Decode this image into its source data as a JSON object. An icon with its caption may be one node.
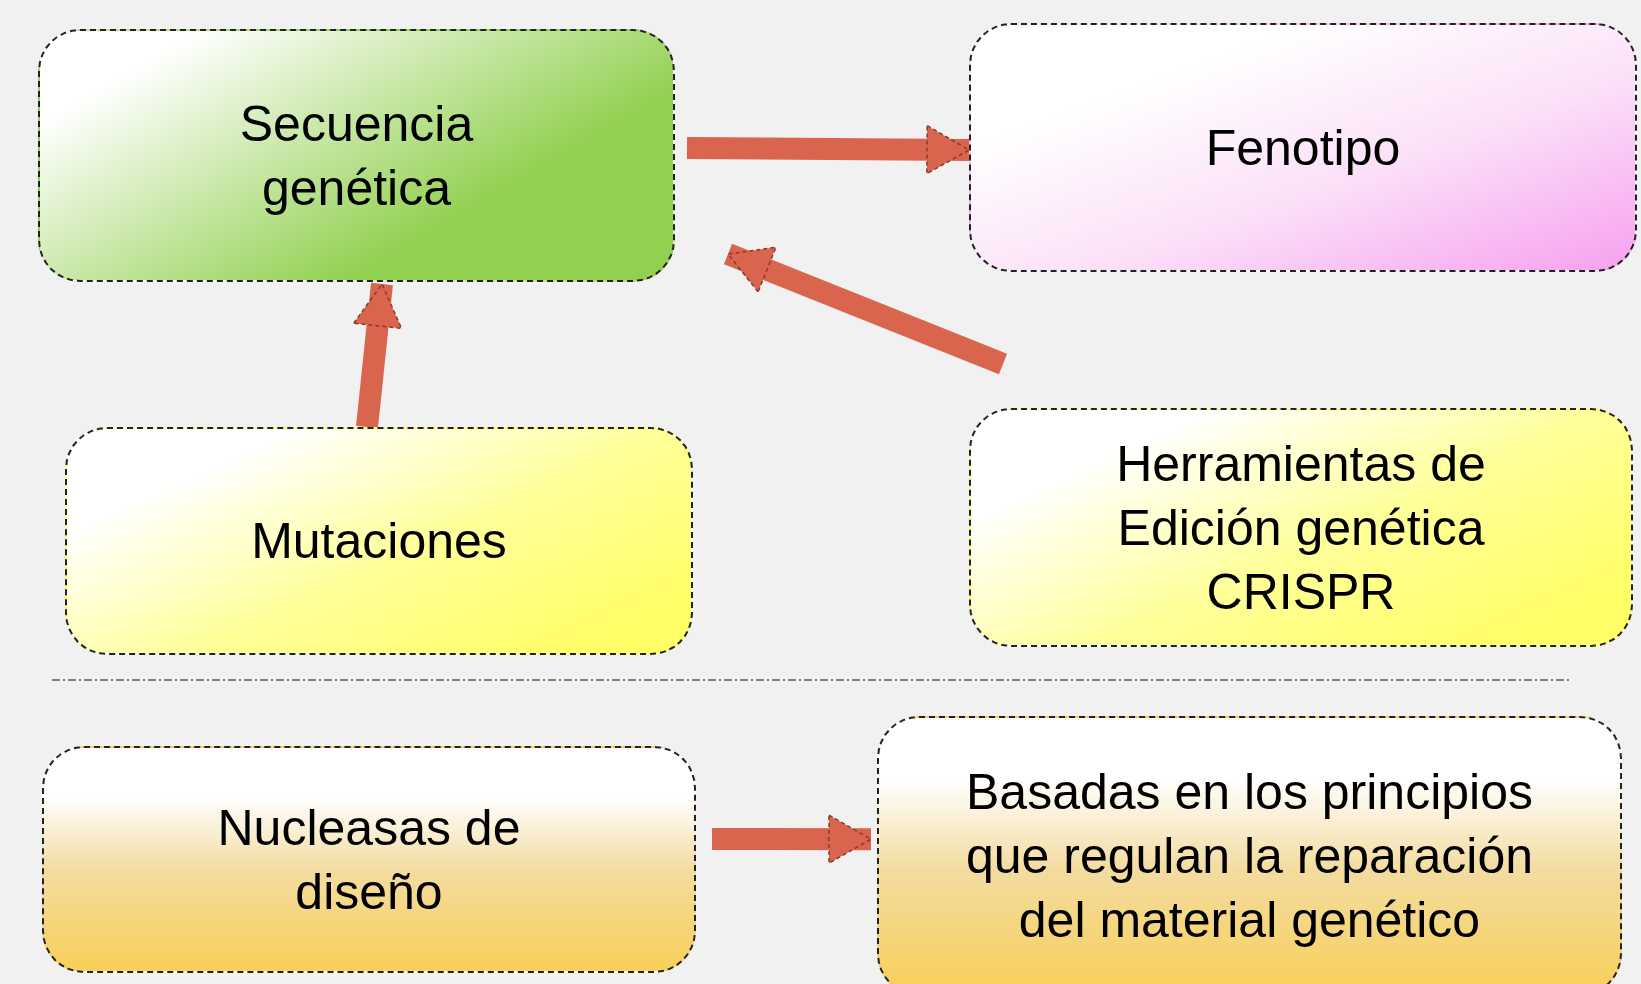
{
  "diagram": {
    "nodes": [
      {
        "text": [
          "Secuencia genética"
        ]
      },
      {
        "text": [
          "Fenotipo"
        ]
      },
      {
        "text": [
          "Mutaciones"
        ]
      },
      {
        "text": [
          "Herramientas de Edición genética CRISPR"
        ]
      },
      {
        "text": [
          "Nucleasas de diseño"
        ]
      },
      {
        "text": [
          "Basadas en los principios que regulan la reparación del material genético"
        ]
      }
    ],
    "edges": [
      {
        "from": 0,
        "to": 1,
        "arrow": "to"
      },
      {
        "from": 2,
        "to": 0,
        "arrow": "to"
      },
      {
        "from": 3,
        "to": 0,
        "arrow": "to"
      },
      {
        "from": 4,
        "to": 5,
        "arrow": "to"
      }
    ]
  }
}
